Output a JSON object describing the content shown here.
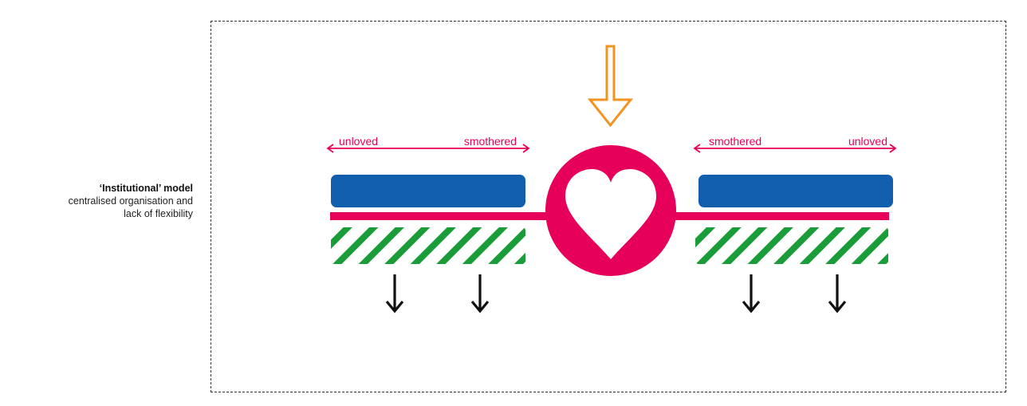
{
  "caption": {
    "title": "‘Institutional’ model",
    "line1": "centralised organisation and",
    "line2": "lack of flexibility"
  },
  "labels": {
    "left_outer": "unloved",
    "left_inner": "smothered",
    "right_inner": "smothered",
    "right_outer": "unloved"
  },
  "colors": {
    "pink": "#e6005a",
    "blue": "#115ead",
    "green": "#1a9c38",
    "orange": "#f0931f",
    "black": "#111111",
    "frame": "#333333"
  },
  "icons": {
    "center": "heart-icon",
    "top_arrow": "down-arrow-icon",
    "bottom_arrows": "down-arrow-icon"
  }
}
